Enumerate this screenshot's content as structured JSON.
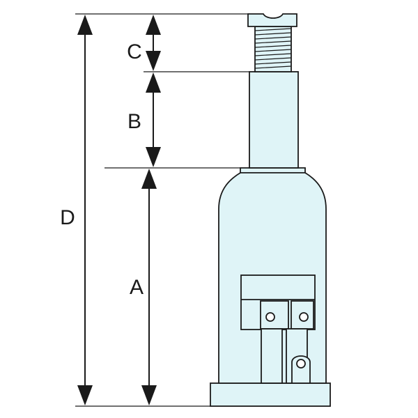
{
  "labels": {
    "c": "C",
    "b": "B",
    "a": "A",
    "d": "D"
  },
  "colors": {
    "body_fill": "#dff4f7",
    "line": "#1a1a1a"
  }
}
